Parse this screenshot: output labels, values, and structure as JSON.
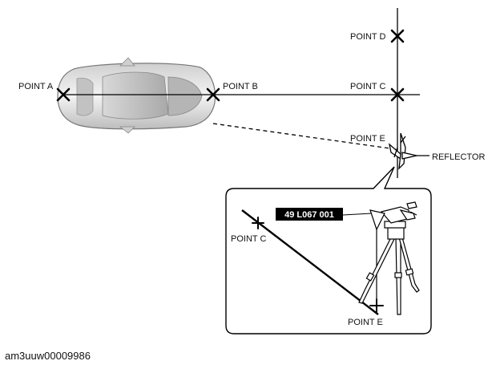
{
  "labels": {
    "point_a": "POINT A",
    "point_b": "POINT B",
    "point_c": "POINT C",
    "point_d": "POINT D",
    "point_e": "POINT E",
    "reflector": "REFLECTOR",
    "inset_point_c": "POINT C",
    "inset_point_e": "POINT E",
    "part_number": "49 L067 001"
  },
  "caption": "am3uuw00009986"
}
